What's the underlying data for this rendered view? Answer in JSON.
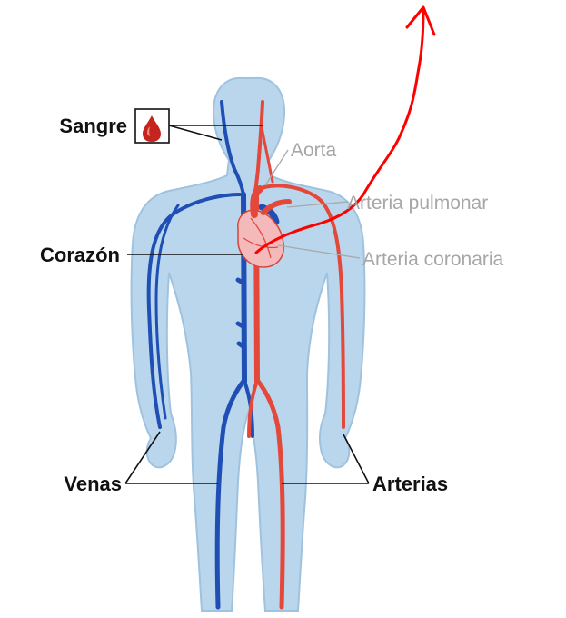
{
  "labels": {
    "blood": "Sangre",
    "aorta": "Aorta",
    "pulmonary_artery": "Arteria pulmonar",
    "heart": "Corazón",
    "coronary_artery": "Arteria coronaria",
    "veins": "Venas",
    "arteries": "Arterias"
  },
  "icons": {
    "blood": "blood-drop-icon"
  },
  "colors": {
    "body": "#b9d6ec",
    "body_outline": "#9fc2df",
    "vein": "#1f4fb5",
    "artery": "#e4483b",
    "heart": "#f3b9bb",
    "annotation_arrow": "#ff0000",
    "dark_label": "#111111",
    "gray_label": "#a6a6a6"
  }
}
